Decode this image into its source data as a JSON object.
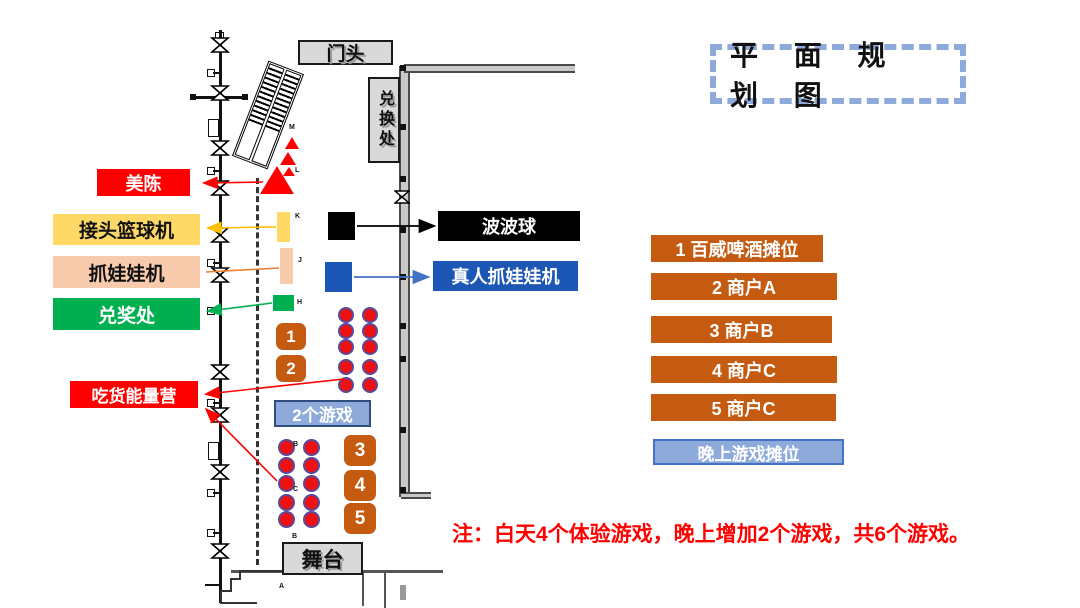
{
  "title": "平 面 规 划 图",
  "note": "注：白天4个体验游戏，晚上增加2个游戏，共6个游戏。",
  "plan": {
    "entrance": "门头",
    "exchange": "兑换处",
    "stage": "舞台",
    "decor": "美陈",
    "basketball": "接头篮球机",
    "claw_machine": "抓娃娃机",
    "prize": "兑奖处",
    "foodie_camp": "吃货能量营",
    "bobo_ball": "波波球",
    "human_claw": "真人抓娃娃机",
    "two_games": "2个游戏",
    "stall_numbers": [
      "1",
      "2",
      "3",
      "4",
      "5"
    ],
    "plan_letters": [
      "M",
      "L",
      "K",
      "J",
      "H",
      "B",
      "C",
      "B",
      "A"
    ],
    "table_groups": [
      {
        "rows": 5,
        "cols": 2
      },
      {
        "rows": 5,
        "cols": 2
      }
    ]
  },
  "legend": {
    "items": [
      "1 百威啤酒摊位",
      "2  商户A",
      "3 商户B",
      "4 商户C",
      "5 商户C"
    ],
    "night_stalls": "晚上游戏摊位"
  },
  "colors": {
    "red": "#FF0000",
    "legend_orange": "#C55A11",
    "deep_blue": "#1C57B5",
    "light_blue": "#8EAADB",
    "light_blue_border": "#4472C4",
    "yellow": "#FFD966",
    "peach": "#F8CBAD",
    "green": "#00B050",
    "black": "#000000",
    "gray_box": "#D9D9D9",
    "dot_red": "#EE1111",
    "dot_ring": "#584A9B",
    "arrow_yellow": "#FFC000",
    "arrow_orange": "#ED7D31"
  }
}
